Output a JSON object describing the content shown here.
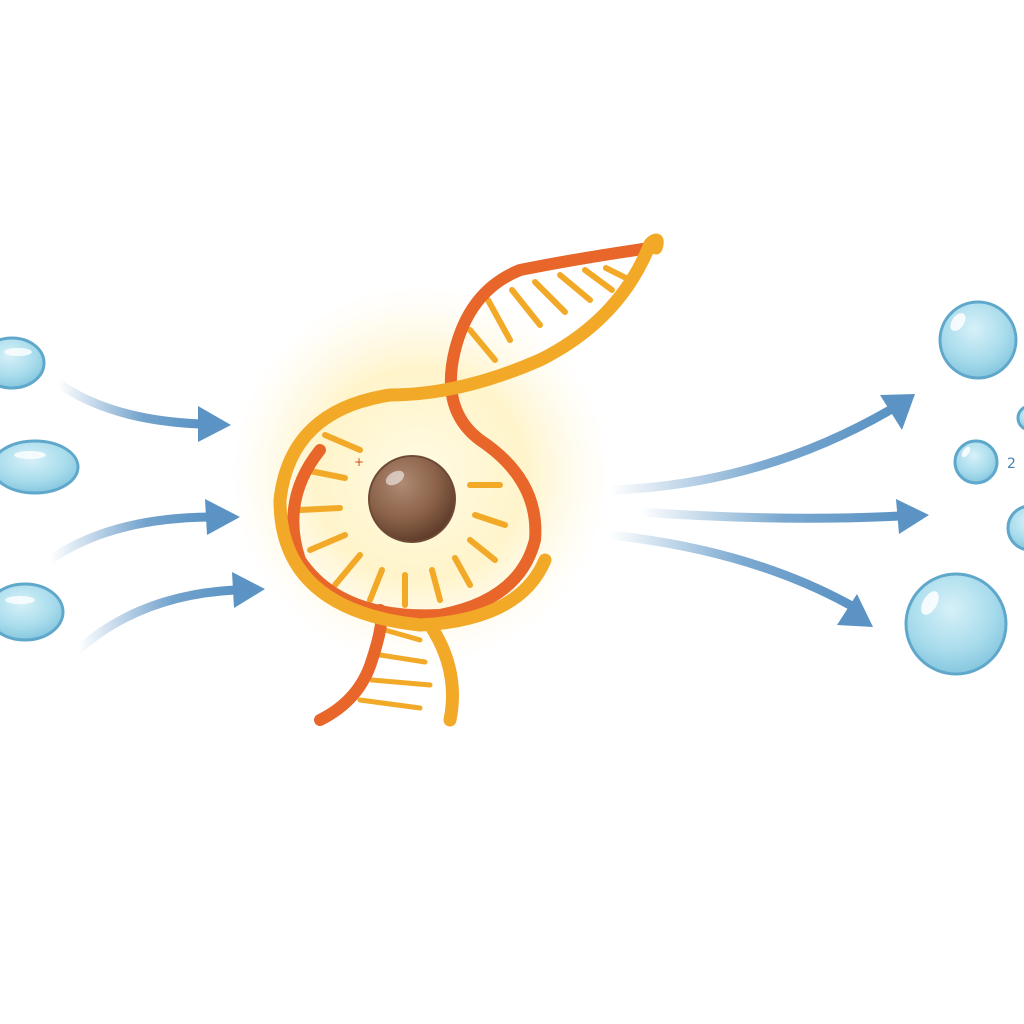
{
  "diagram": {
    "title": "",
    "colors": {
      "background": "#ffffff",
      "droplet_fill": "#a8dcec",
      "droplet_stroke": "#5fa8cc",
      "arrow": "#5a93c4",
      "strand_outer": "#f2a928",
      "strand_inner": "#e8662a",
      "glow": "#fff2b8",
      "core_sphere": "#8a6148"
    },
    "inputs": {
      "count": 3,
      "shape": "elongated droplet"
    },
    "center": {
      "element": "helix-with-central-sphere",
      "marker": "+"
    },
    "outputs": {
      "count": 5,
      "shape": "sphere",
      "subscript_label": "2"
    }
  }
}
